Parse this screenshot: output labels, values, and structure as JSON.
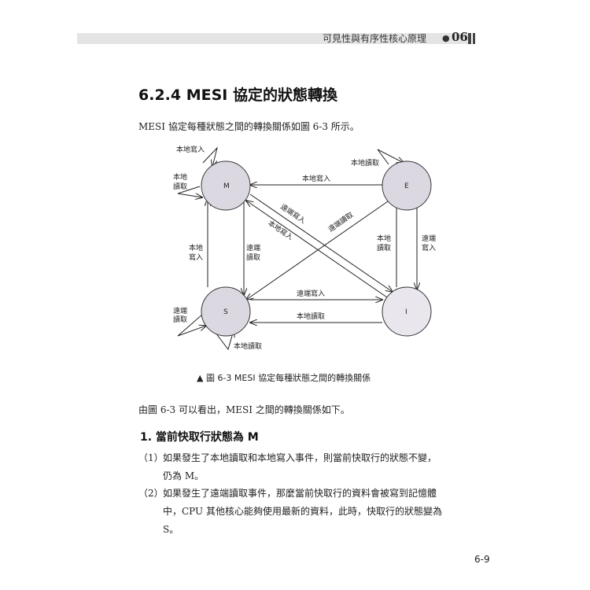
{
  "header": {
    "title": "可見性與有序性核心原理",
    "chapter": "06"
  },
  "section_title": "6.2.4  MESI 協定的狀態轉換",
  "intro": "MESI 協定每種狀態之間的轉換關係如圖 6-3 所示。",
  "diagram": {
    "states": {
      "M": "M",
      "E": "E",
      "S": "S",
      "I": "I"
    },
    "labels": {
      "m_self": "本地寫入",
      "m_read_1": "本地",
      "m_read_2": "讀取",
      "e_self": "本地讀取",
      "e_to_m": "本地寫入",
      "m_to_i": "遠端寫入",
      "i_to_m": "本地寫入",
      "e_to_s": "遠端讀取",
      "s_to_m_1": "本地",
      "s_to_m_2": "寫入",
      "m_to_s_1": "遠端",
      "m_to_s_2": "讀取",
      "i_to_e_1": "本地",
      "i_to_e_2": "讀取",
      "e_to_i_1": "遠端",
      "e_to_i_2": "寫入",
      "s_to_i": "遠端寫入",
      "i_to_s": "本地讀取",
      "s_remote_1": "遠端",
      "s_remote_2": "讀取",
      "s_local": "本地讀取"
    }
  },
  "caption": "▲ 圖 6-3  MESI 協定每種狀態之間的轉換關係",
  "after_text": "由圖 6-3 可以看出，MESI 之間的轉換關係如下。",
  "subsection": "1. 當前快取行狀態為 M",
  "items": [
    {
      "num": "（1）",
      "lines": [
        "如果發生了本地讀取和本地寫入事件，則當前快取行的狀態不變，",
        "仍為 M。"
      ]
    },
    {
      "num": "（2）",
      "lines": [
        "如果發生了遠端讀取事件，那麼當前快取行的資料會被寫到記憶體",
        "中，CPU 其他核心能夠使用最新的資料，此時，快取行的狀態變為",
        "S。"
      ]
    }
  ],
  "page_number": "6-9"
}
